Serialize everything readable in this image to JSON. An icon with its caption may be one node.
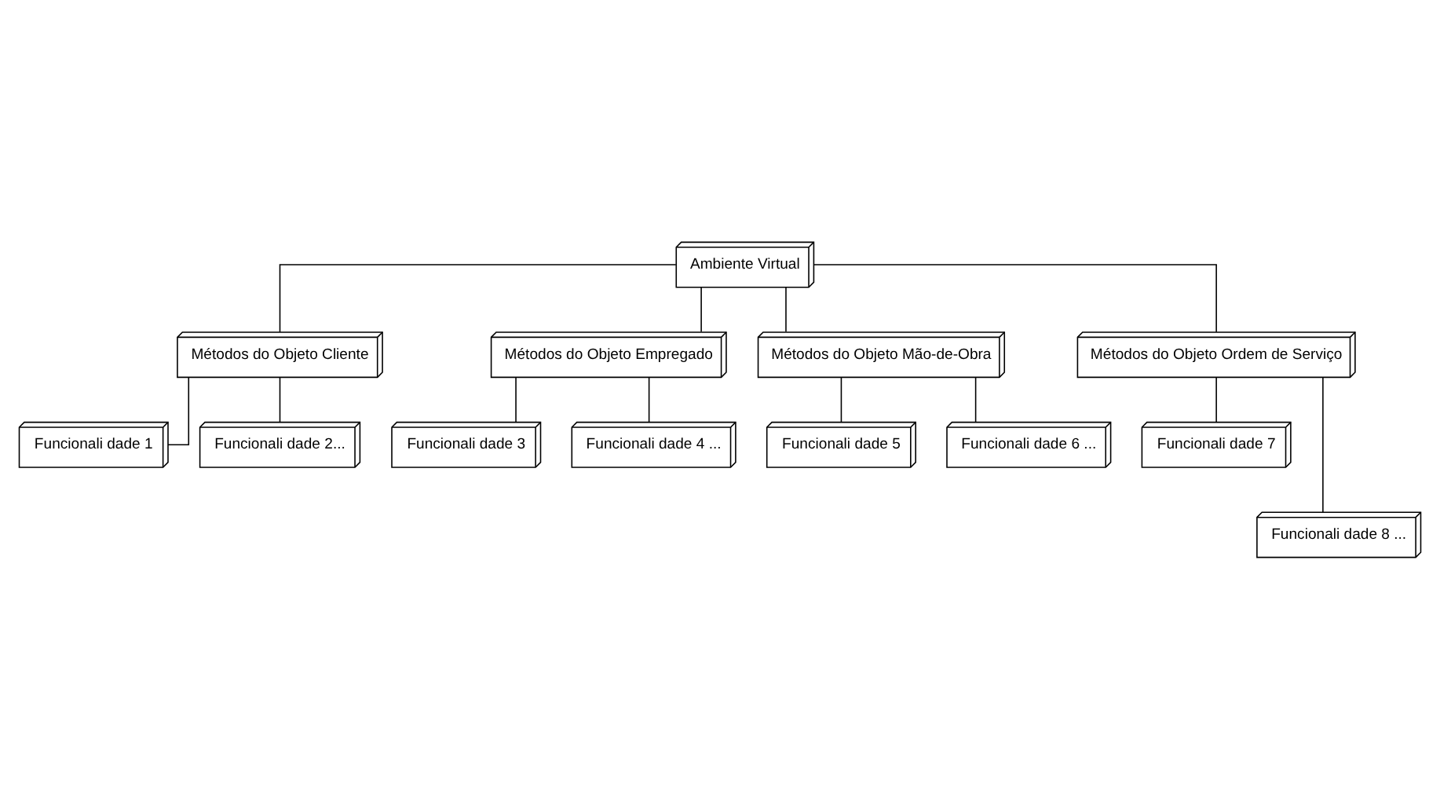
{
  "diagram": {
    "nodes": [
      {
        "text": [
          "Ambiente Virtual"
        ]
      },
      {
        "text": [
          "Métodos do Objeto Cliente"
        ]
      },
      {
        "text": [
          "Métodos do Objeto Empregado"
        ]
      },
      {
        "text": [
          "Métodos do Objeto Mão-de-Obra"
        ]
      },
      {
        "text": [
          "Métodos do Objeto Ordem de Serviço"
        ]
      },
      {
        "text": [
          "Funcionali dade 1"
        ]
      },
      {
        "text": [
          "Funcionali dade 2..."
        ]
      },
      {
        "text": [
          "Funcionali dade 3"
        ]
      },
      {
        "text": [
          "Funcionali dade 4 ..."
        ]
      },
      {
        "text": [
          "Funcionali dade 5"
        ]
      },
      {
        "text": [
          "Funcionali dade 6 ..."
        ]
      },
      {
        "text": [
          "Funcionali dade 7"
        ]
      },
      {
        "text": [
          "Funcionali dade 8 ..."
        ]
      }
    ],
    "edges": [
      {
        "from": 0,
        "to": 1,
        "arrow": "none"
      },
      {
        "from": 0,
        "to": 2,
        "arrow": "none"
      },
      {
        "from": 0,
        "to": 3,
        "arrow": "none"
      },
      {
        "from": 0,
        "to": 4,
        "arrow": "none"
      },
      {
        "from": 1,
        "to": 5,
        "arrow": "none"
      },
      {
        "from": 1,
        "to": 6,
        "arrow": "none"
      },
      {
        "from": 2,
        "to": 7,
        "arrow": "none"
      },
      {
        "from": 2,
        "to": 8,
        "arrow": "none"
      },
      {
        "from": 3,
        "to": 9,
        "arrow": "none"
      },
      {
        "from": 3,
        "to": 10,
        "arrow": "none"
      },
      {
        "from": 4,
        "to": 11,
        "arrow": "none"
      },
      {
        "from": 4,
        "to": 12,
        "arrow": "none"
      }
    ]
  }
}
